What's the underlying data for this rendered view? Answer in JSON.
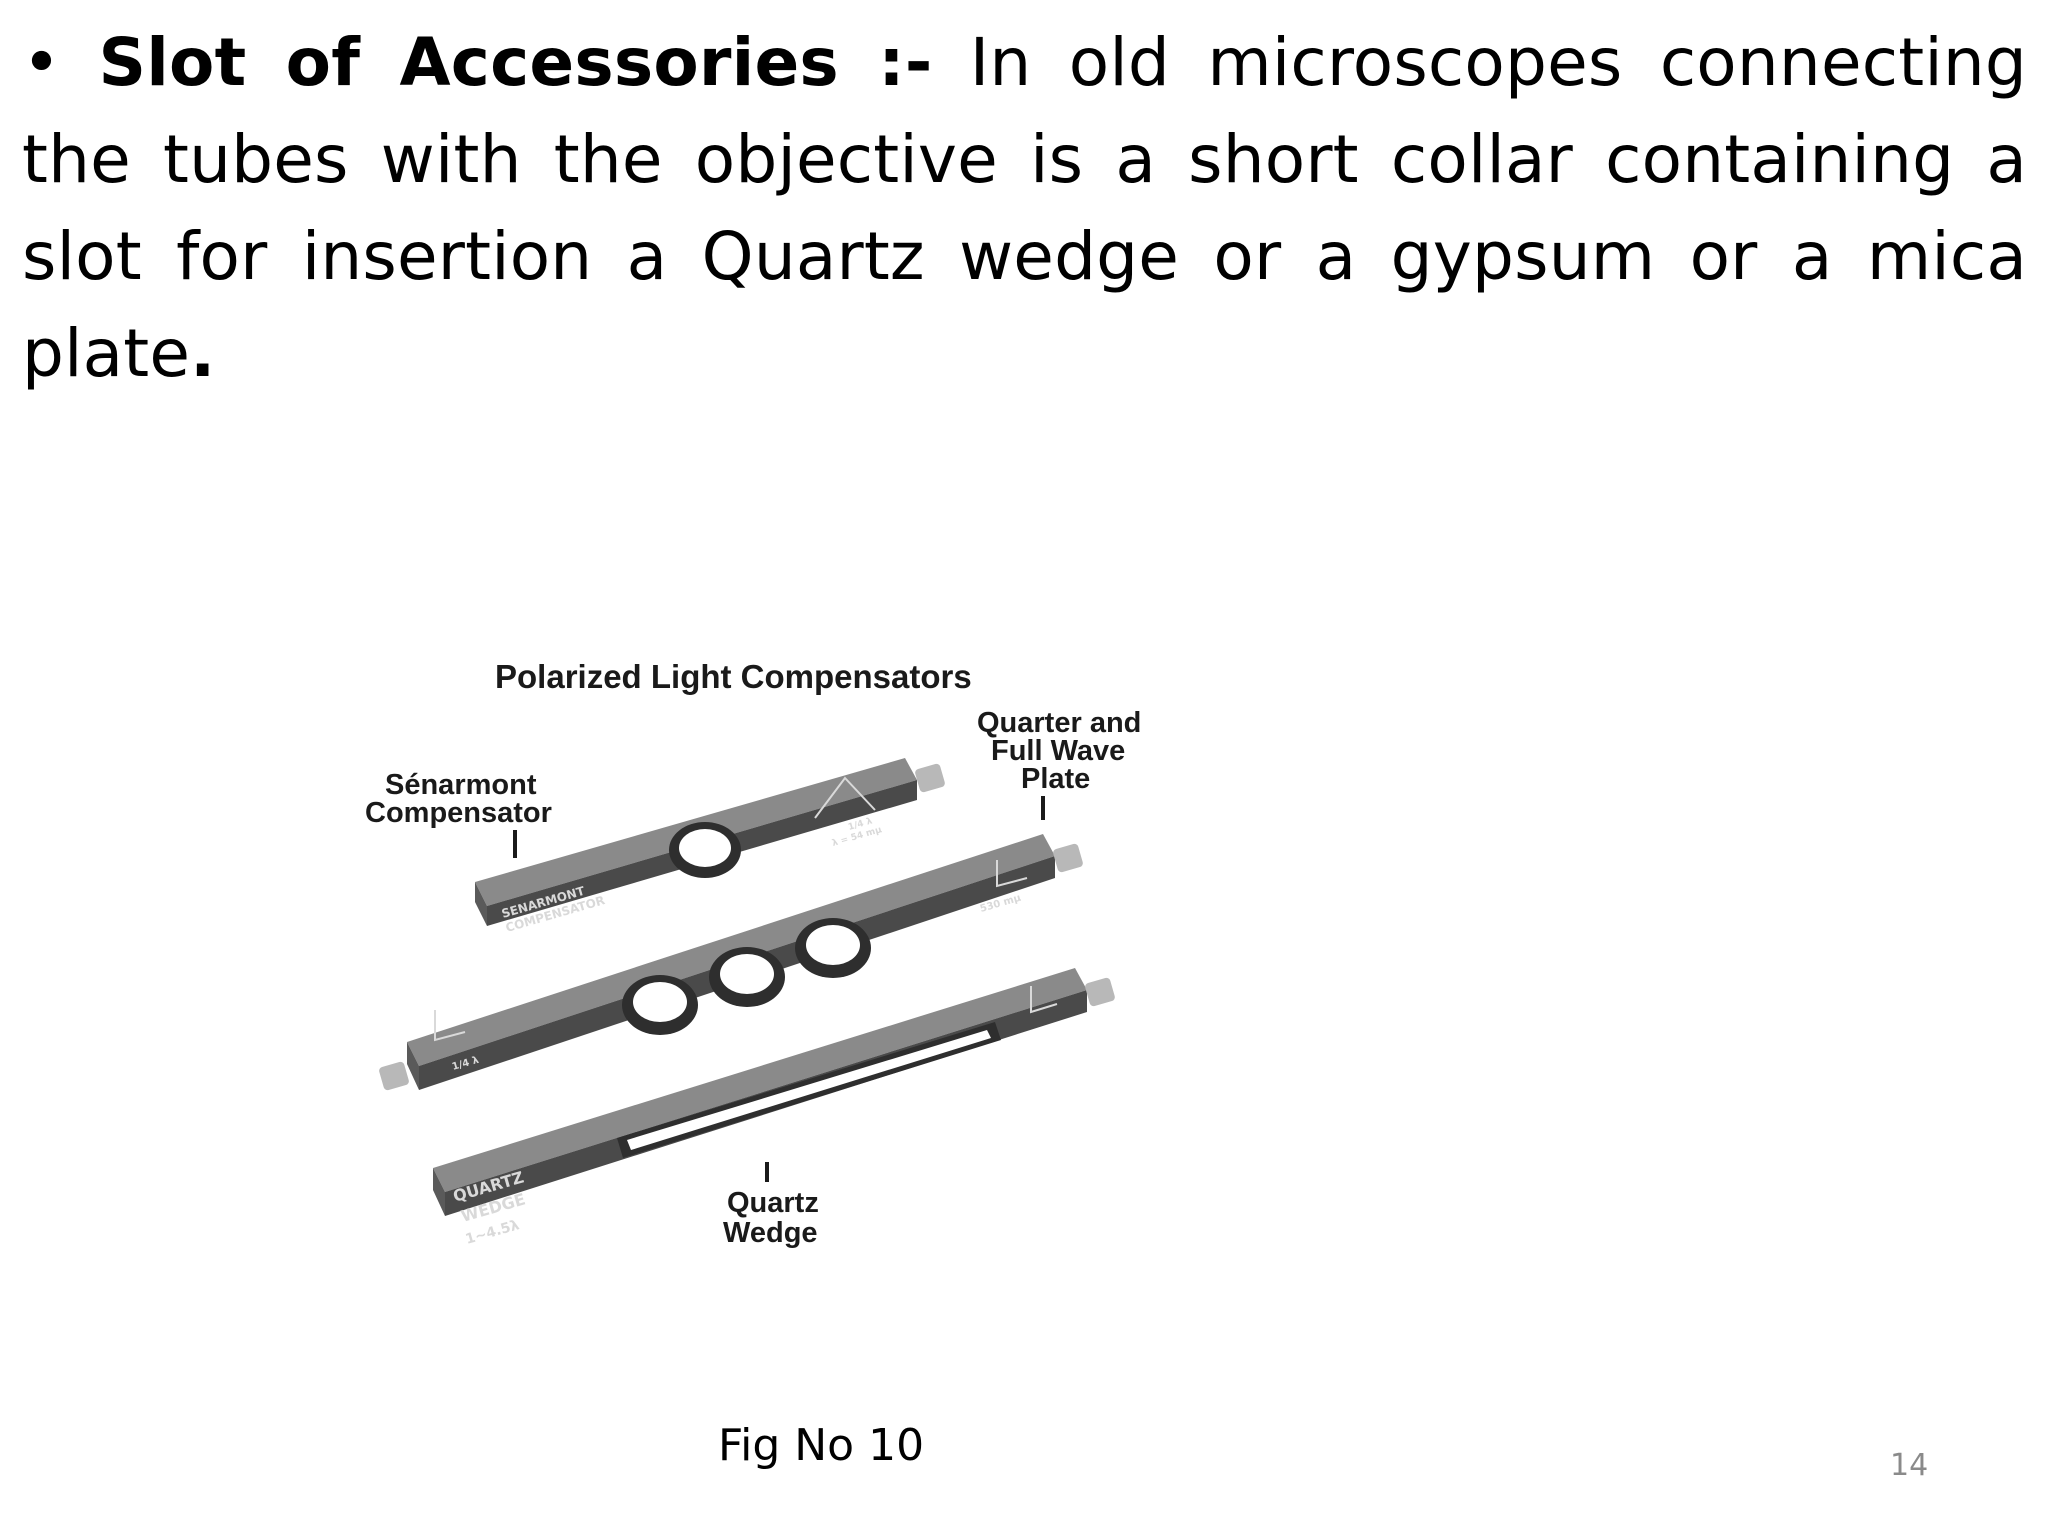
{
  "slide": {
    "heading": "Slot of Accessories :-",
    "body": "In old microscopes connecting the tubes with the objective is a short collar containing a slot for insertion a Quartz wedge or a gypsum or a mica plate",
    "end_mark": ".",
    "figure_caption": "Fig No 10",
    "page_number": "14"
  },
  "figure": {
    "title": "Polarized Light Compensators",
    "labels": {
      "senarmont_line1": "Sénarmont",
      "senarmont_line2": "Compensator",
      "quarter_line1": "Quarter and",
      "quarter_line2": "Full Wave",
      "quarter_line3": "Plate",
      "quartz_line1": "Quartz",
      "quartz_line2": "Wedge"
    },
    "engravings": {
      "senarmont_1": "SENARMONT",
      "senarmont_2": "COMPENSATOR",
      "quartz_1": "QUARTZ",
      "quartz_2": "WEDGE",
      "quartz_3": "1~4.5λ",
      "plate_quarter": "1/4 λ",
      "plate_full": "530 mμ",
      "senarmont_wave": "1/4 λ",
      "senarmont_lambda": "λ = 54 mμ"
    }
  }
}
